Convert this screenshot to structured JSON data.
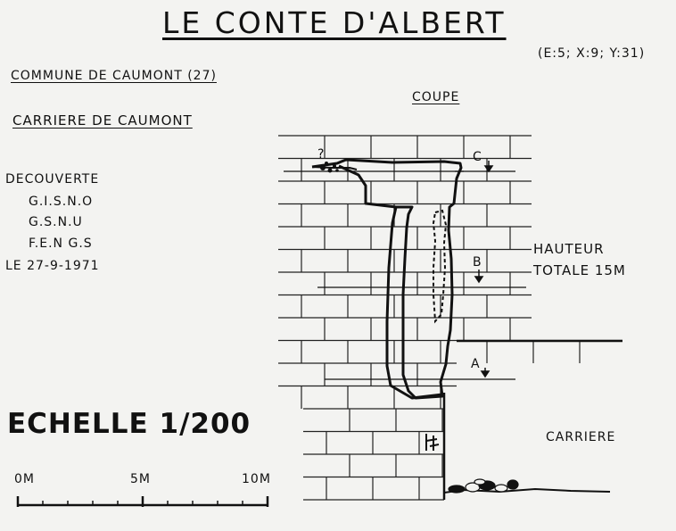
{
  "title": "LE CONTE D'ALBERT",
  "coordinates": "(E:5; X:9; Y:31)",
  "commune": "COMMUNE DE CAUMONT (27)",
  "site": "CARRIERE DE CAUMONT",
  "section_label": "COUPE",
  "discovery": {
    "heading": "DECOUVERTE",
    "groups": [
      "G.I.S.N.O",
      "G.S.N.U",
      "F.E.N G.S"
    ],
    "date": "LE 27-9-1971"
  },
  "scale": {
    "title": "ECHELLE 1/200",
    "ticks": [
      "0M",
      "5M",
      "10M"
    ]
  },
  "height_note": {
    "line1": "HAUTEUR",
    "line2": "TOTALE 15M"
  },
  "quarry_label": "CARRIERE",
  "markers": [
    "C",
    "B",
    "A"
  ],
  "question_mark": "?"
}
